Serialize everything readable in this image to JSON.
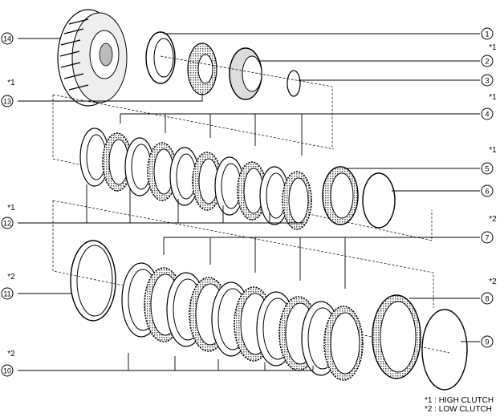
{
  "callouts": [
    {
      "id": "1",
      "text": "1",
      "mark": ""
    },
    {
      "id": "2",
      "text": "2",
      "mark": "*1"
    },
    {
      "id": "3",
      "text": "3",
      "mark": ""
    },
    {
      "id": "4",
      "text": "4",
      "mark": "*1"
    },
    {
      "id": "5",
      "text": "5",
      "mark": "*1"
    },
    {
      "id": "6",
      "text": "6",
      "mark": ""
    },
    {
      "id": "7",
      "text": "7",
      "mark": "*2"
    },
    {
      "id": "8",
      "text": "8",
      "mark": "*2"
    },
    {
      "id": "9",
      "text": "9",
      "mark": ""
    },
    {
      "id": "10",
      "text": "10",
      "mark": "*2"
    },
    {
      "id": "11",
      "text": "11",
      "mark": "*2"
    },
    {
      "id": "12",
      "text": "12",
      "mark": "*1"
    },
    {
      "id": "13",
      "text": "13",
      "mark": "*1"
    },
    {
      "id": "14",
      "text": "14",
      "mark": ""
    }
  ],
  "legend": [
    "*1 : HIGH CLUTCH",
    "*2 : LOW CLUTCH"
  ]
}
